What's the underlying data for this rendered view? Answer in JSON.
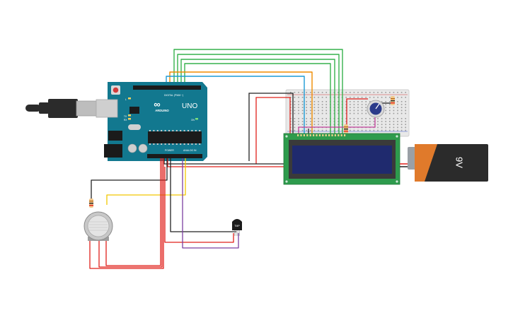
{
  "arduino": {
    "logo_symbol": "∞",
    "brand": "ARDUINO",
    "model": "UNO",
    "digital_header_label": "DIGITAL (PWM ~)",
    "power_label": "POWER",
    "analog_label": "ANALOG IN",
    "led_labels": [
      "L",
      "TX",
      "RX"
    ],
    "on_label": "ON",
    "chip_label": "",
    "icon": "arduino-uno-board"
  },
  "battery": {
    "label": "9V",
    "icon": "9v-battery"
  },
  "sensor": {
    "label": "TMP",
    "icon": "temperature-sensor"
  },
  "lcd": {
    "icon": "lcd-16x2-display",
    "screen_color": "#1f2a6e",
    "board_color": "#2e9b4d"
  },
  "potentiometer": {
    "icon": "potentiometer-knob"
  },
  "gas_sensor": {
    "icon": "gas-sensor"
  },
  "usb_cable": {
    "icon": "usb-cable-plug"
  },
  "breadboard": {
    "icon": "breadboard"
  },
  "resistor": {
    "icon": "resistor"
  },
  "colors": {
    "wire_black": "#222222",
    "wire_red": "#e0201b",
    "wire_green": "#37b24d",
    "wire_orange": "#f08c00",
    "wire_blue": "#1c9bd6",
    "wire_yellow": "#f2c800",
    "wire_purple": "#7b3fa0",
    "wire_magenta": "#c2409c",
    "arduino_teal": "#12788f",
    "battery_orange": "#e07a2b"
  }
}
